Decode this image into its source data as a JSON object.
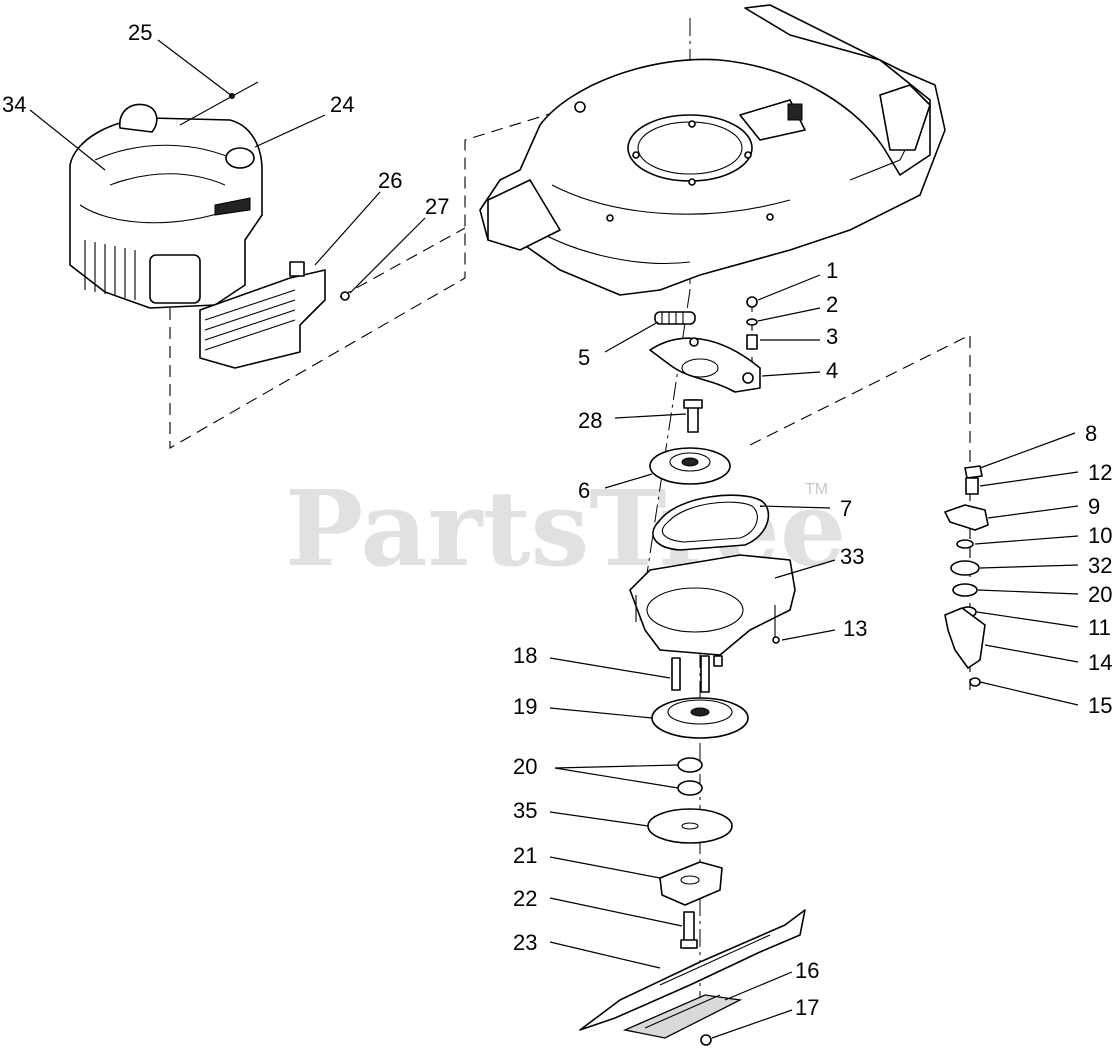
{
  "watermark": {
    "text": "PartsTree",
    "tm": "TM"
  },
  "callouts": [
    "1",
    "2",
    "3",
    "4",
    "5",
    "6",
    "7",
    "8",
    "9",
    "10",
    "11",
    "12",
    "13",
    "14",
    "15",
    "16",
    "17",
    "18",
    "19",
    "20",
    "20",
    "21",
    "22",
    "23",
    "24",
    "25",
    "26",
    "27",
    "28",
    "32",
    "33",
    "34",
    "35"
  ]
}
